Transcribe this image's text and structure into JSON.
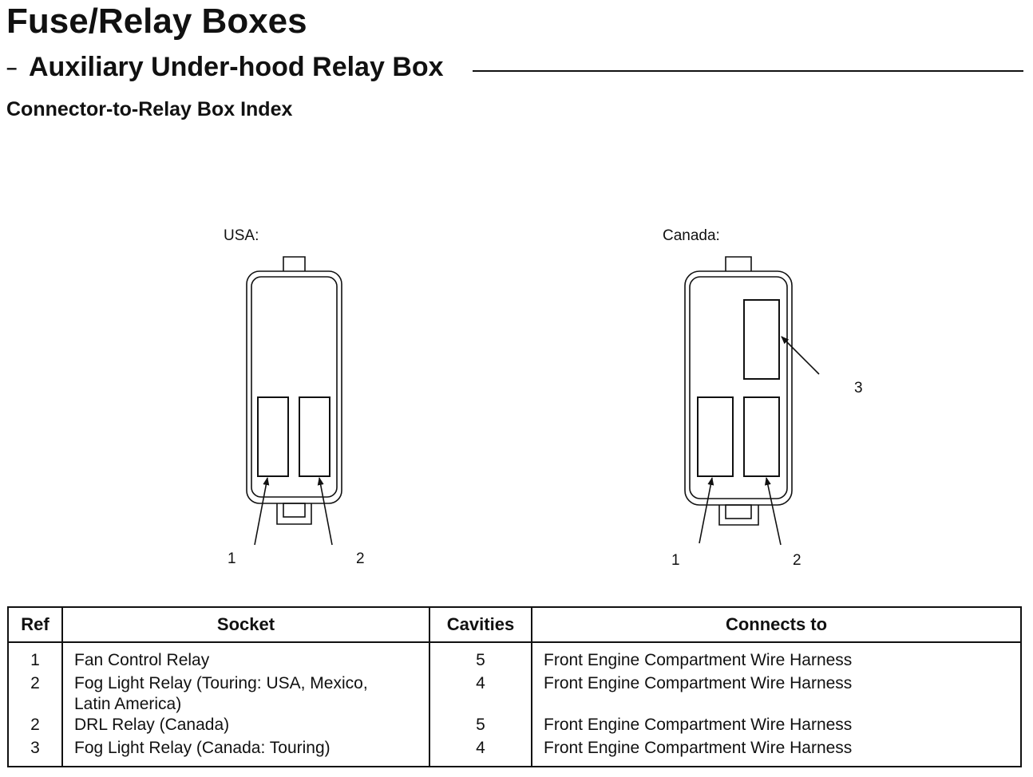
{
  "header": {
    "title": "Fuse/Relay Boxes",
    "subtitle_dash": "–",
    "subtitle": "Auxiliary Under-hood Relay Box",
    "section": "Connector-to-Relay Box Index"
  },
  "diagram": {
    "usa_label": "USA:",
    "canada_label": "Canada:",
    "usa_callouts": [
      "1",
      "2"
    ],
    "canada_callouts": [
      "1",
      "2",
      "3"
    ]
  },
  "table": {
    "headers": {
      "ref": "Ref",
      "socket": "Socket",
      "cavities": "Cavities",
      "connects": "Connects to"
    },
    "rows": [
      {
        "ref": "1",
        "socket": "Fan Control Relay",
        "cavities": "5",
        "connects": "Front Engine Compartment Wire Harness"
      },
      {
        "ref": "2",
        "socket": "Fog Light Relay (Touring: USA, Mexico, Latin America)",
        "cavities": "4",
        "connects": "Front Engine Compartment Wire Harness"
      },
      {
        "ref": "2",
        "socket": "DRL Relay (Canada)",
        "cavities": "5",
        "connects": "Front Engine Compartment Wire Harness"
      },
      {
        "ref": "3",
        "socket": "Fog Light Relay (Canada: Touring)",
        "cavities": "4",
        "connects": "Front Engine Compartment Wire Harness"
      }
    ]
  }
}
